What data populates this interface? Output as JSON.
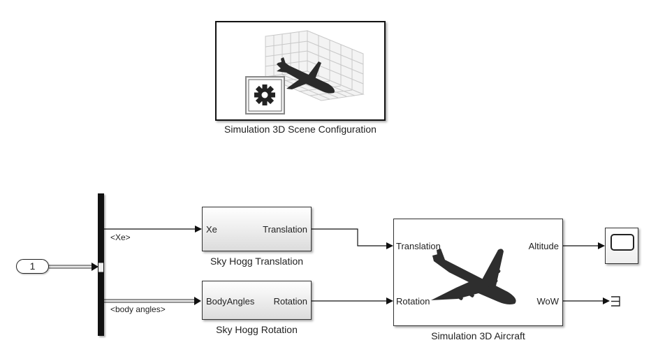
{
  "blocks": {
    "scene_config": {
      "label": "Simulation 3D Scene Configuration",
      "icon": "aircraft-grid-gear-icon"
    },
    "inport": {
      "label": "1"
    },
    "translation": {
      "label": "Sky Hogg Translation",
      "in_port": "Xe",
      "out_port": "Translation"
    },
    "rotation": {
      "label": "Sky Hogg Rotation",
      "in_port": "BodyAngles",
      "out_port": "Rotation"
    },
    "aircraft": {
      "label": "Simulation 3D Aircraft",
      "in_ports": [
        "Translation",
        "Rotation"
      ],
      "out_ports": [
        "Altitude",
        "WoW"
      ],
      "icon": "airplane-icon"
    },
    "scope": {
      "icon": "scope-icon"
    },
    "terminator": {
      "icon": "terminator-icon"
    }
  },
  "signals": {
    "xe": "<Xe>",
    "body_angles": "<body angles>"
  }
}
